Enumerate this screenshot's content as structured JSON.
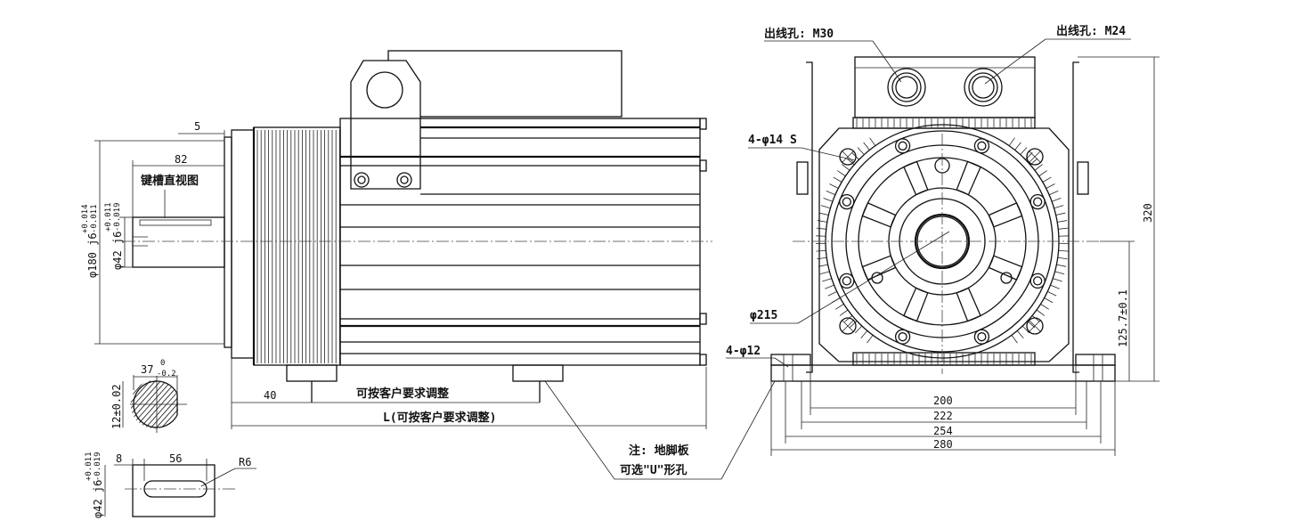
{
  "front_view": {
    "dim_shaft_step": "5",
    "dim_shaft_length": "82",
    "keyway_view_label": "键槽直视图",
    "dia_flange": "φ180 j6",
    "dia_flange_tol_upper": "+0.014",
    "dia_flange_tol_lower": "-0.011",
    "dia_shaft": "φ42 j6",
    "dia_shaft_tol_upper": "+0.011",
    "dia_shaft_tol_lower": "-0.019",
    "dim_foot_offset": "40",
    "adjust_label": "可按客户要求调整",
    "length_label": "L(可按客户要求调整)"
  },
  "shaft_section": {
    "key_width": "37",
    "key_width_tol_upper": "0",
    "key_width_tol_lower": "-0.2",
    "key_depth": "12±0.02"
  },
  "keyway_detail": {
    "dim_a": "8",
    "dim_b": "56",
    "radius": "R6",
    "dia_shaft": "φ42 j6",
    "dia_shaft_tol_upper": "+0.011",
    "dia_shaft_tol_lower": "-0.019"
  },
  "side_view": {
    "outlet_left": "出线孔: M30",
    "outlet_right": "出线孔: M24",
    "bolt_holes": "4-φ14 S",
    "pitch_circle": "φ215",
    "foot_holes": "4-φ12",
    "height_total": "320",
    "center_height": "125.7±0.1",
    "base_dims": [
      "200",
      "222",
      "254",
      "280"
    ]
  },
  "note": {
    "line1": "注: 地脚板",
    "line2": "可选\"U\"形孔"
  }
}
